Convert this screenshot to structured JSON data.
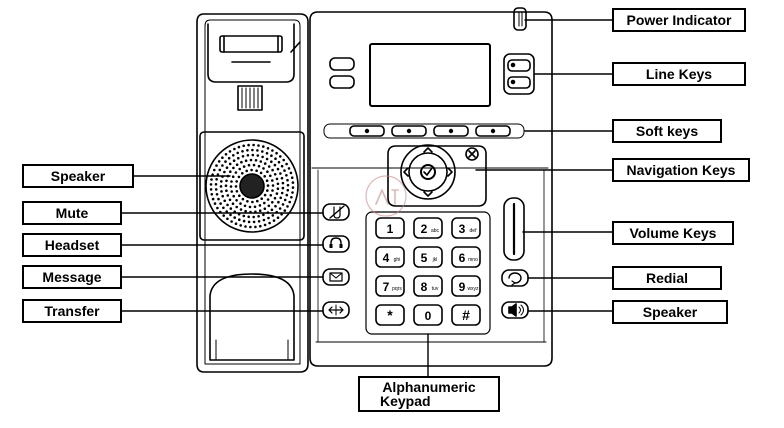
{
  "labels": {
    "power_indicator": "Power Indicator",
    "line_keys": "Line Keys",
    "soft_keys": "Soft keys",
    "navigation_keys": "Navigation Keys",
    "volume_keys": "Volume Keys",
    "redial": "Redial",
    "speaker_right": "Speaker",
    "speaker_left": "Speaker",
    "mute": "Mute",
    "headset": "Headset",
    "message": "Message",
    "transfer": "Transfer",
    "keypad_line1": "Alphanumeric",
    "keypad_line2": "Keypad"
  },
  "keypad": {
    "keys": [
      {
        "digit": "1",
        "letters": ""
      },
      {
        "digit": "2",
        "letters": "abc"
      },
      {
        "digit": "3",
        "letters": "def"
      },
      {
        "digit": "4",
        "letters": "ghi"
      },
      {
        "digit": "5",
        "letters": "jkl"
      },
      {
        "digit": "6",
        "letters": "mno"
      },
      {
        "digit": "7",
        "letters": "pqrs"
      },
      {
        "digit": "8",
        "letters": "tuv"
      },
      {
        "digit": "9",
        "letters": "wxyz"
      },
      {
        "digit": "*",
        "letters": ""
      },
      {
        "digit": "0",
        "letters": ""
      },
      {
        "digit": "#",
        "letters": ""
      }
    ]
  },
  "icons": {
    "mute": "microphone-slash-icon",
    "headset": "headset-icon",
    "message": "envelope-icon",
    "transfer": "transfer-icon",
    "redial": "redial-icon",
    "speaker": "speaker-icon",
    "nav_ok": "ok-icon",
    "nav_cancel": "cancel-icon"
  }
}
